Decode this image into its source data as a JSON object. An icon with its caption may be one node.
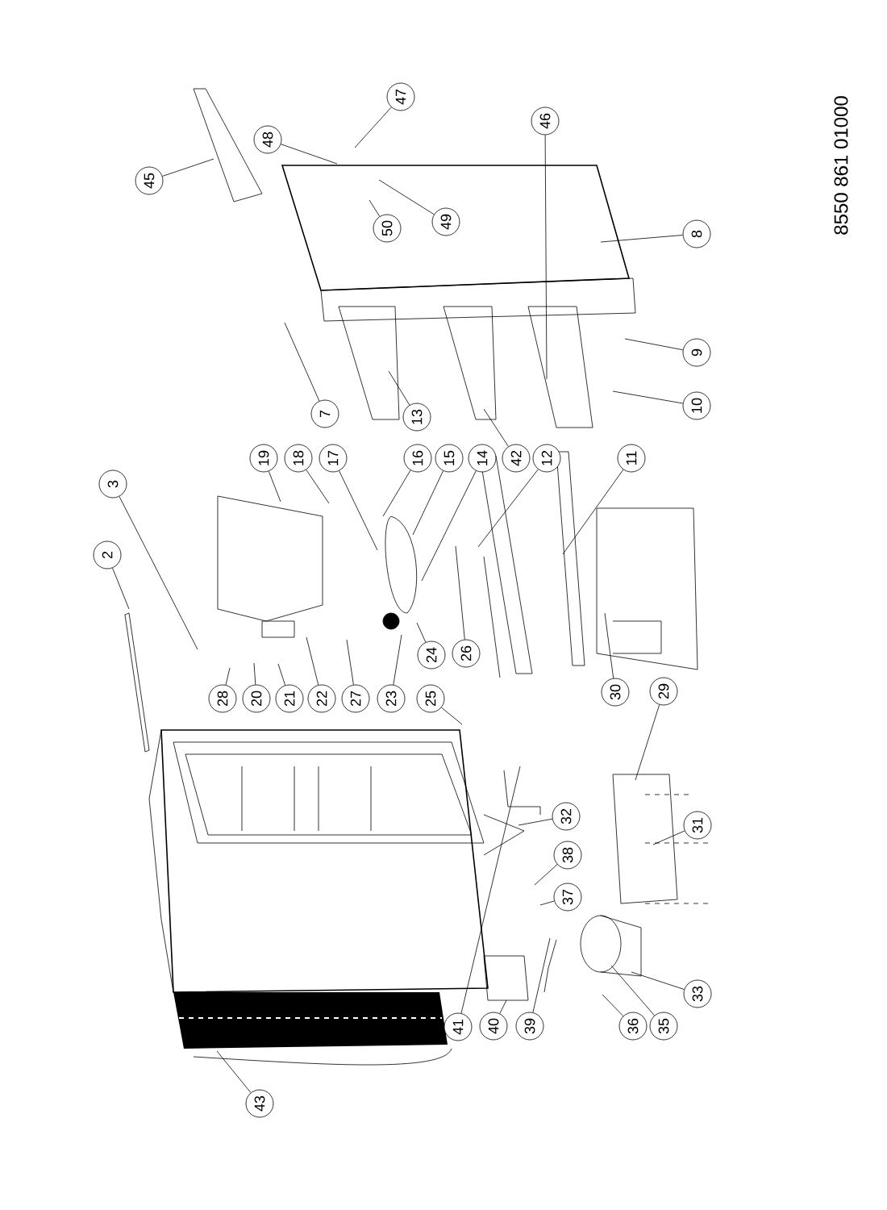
{
  "diagram": {
    "nodes": [
      {
        "text": [
          "45"
        ]
      },
      {
        "text": [
          "48"
        ]
      },
      {
        "text": [
          "47"
        ]
      },
      {
        "text": [
          "50"
        ]
      },
      {
        "text": [
          "49"
        ]
      },
      {
        "text": [
          "46"
        ]
      },
      {
        "text": [
          "8"
        ]
      },
      {
        "text": [
          "9"
        ]
      },
      {
        "text": [
          "10"
        ]
      },
      {
        "text": [
          "7"
        ]
      },
      {
        "text": [
          "13"
        ]
      },
      {
        "text": [
          "3"
        ]
      },
      {
        "text": [
          "2"
        ]
      },
      {
        "text": [
          "19"
        ]
      },
      {
        "text": [
          "18"
        ]
      },
      {
        "text": [
          "17"
        ]
      },
      {
        "text": [
          "16"
        ]
      },
      {
        "text": [
          "15"
        ]
      },
      {
        "text": [
          "14"
        ]
      },
      {
        "text": [
          "42"
        ]
      },
      {
        "text": [
          "12"
        ]
      },
      {
        "text": [
          "11"
        ]
      },
      {
        "text": [
          "24"
        ]
      },
      {
        "text": [
          "26"
        ]
      },
      {
        "text": [
          "28"
        ]
      },
      {
        "text": [
          "20"
        ]
      },
      {
        "text": [
          "21"
        ]
      },
      {
        "text": [
          "22"
        ]
      },
      {
        "text": [
          "27"
        ]
      },
      {
        "text": [
          "23"
        ]
      },
      {
        "text": [
          "25"
        ]
      },
      {
        "text": [
          "30"
        ]
      },
      {
        "text": [
          "29"
        ]
      },
      {
        "text": [
          "32"
        ]
      },
      {
        "text": [
          "31"
        ]
      },
      {
        "text": [
          "38"
        ]
      },
      {
        "text": [
          "37"
        ]
      },
      {
        "text": [
          "33"
        ]
      },
      {
        "text": [
          "41"
        ]
      },
      {
        "text": [
          "40"
        ]
      },
      {
        "text": [
          "39"
        ]
      },
      {
        "text": [
          "36"
        ]
      },
      {
        "text": [
          "35"
        ]
      },
      {
        "text": [
          "43"
        ]
      }
    ],
    "edges": [
      {
        "from": 0,
        "to": null,
        "arrow": "none"
      },
      {
        "from": 1,
        "to": null,
        "arrow": "none"
      },
      {
        "from": 2,
        "to": null,
        "arrow": "none"
      },
      {
        "from": 3,
        "to": null,
        "arrow": "none"
      },
      {
        "from": 4,
        "to": null,
        "arrow": "none"
      },
      {
        "from": 5,
        "to": null,
        "arrow": "none"
      },
      {
        "from": 6,
        "to": null,
        "arrow": "none"
      },
      {
        "from": 7,
        "to": null,
        "arrow": "none"
      },
      {
        "from": 8,
        "to": null,
        "arrow": "none"
      },
      {
        "from": 9,
        "to": null,
        "arrow": "none"
      },
      {
        "from": 10,
        "to": null,
        "arrow": "none"
      },
      {
        "from": 11,
        "to": null,
        "arrow": "none"
      },
      {
        "from": 12,
        "to": null,
        "arrow": "none"
      },
      {
        "from": 13,
        "to": null,
        "arrow": "none"
      },
      {
        "from": 14,
        "to": null,
        "arrow": "none"
      },
      {
        "from": 15,
        "to": null,
        "arrow": "none"
      },
      {
        "from": 16,
        "to": null,
        "arrow": "none"
      },
      {
        "from": 17,
        "to": null,
        "arrow": "none"
      },
      {
        "from": 18,
        "to": null,
        "arrow": "none"
      },
      {
        "from": 19,
        "to": null,
        "arrow": "none"
      },
      {
        "from": 20,
        "to": null,
        "arrow": "none"
      },
      {
        "from": 21,
        "to": null,
        "arrow": "none"
      },
      {
        "from": 22,
        "to": null,
        "arrow": "none"
      },
      {
        "from": 23,
        "to": null,
        "arrow": "none"
      },
      {
        "from": 24,
        "to": null,
        "arrow": "none"
      },
      {
        "from": 25,
        "to": null,
        "arrow": "none"
      },
      {
        "from": 26,
        "to": null,
        "arrow": "none"
      },
      {
        "from": 27,
        "to": null,
        "arrow": "none"
      },
      {
        "from": 28,
        "to": null,
        "arrow": "none"
      },
      {
        "from": 29,
        "to": null,
        "arrow": "none"
      },
      {
        "from": 30,
        "to": null,
        "arrow": "none"
      },
      {
        "from": 31,
        "to": null,
        "arrow": "none"
      },
      {
        "from": 32,
        "to": null,
        "arrow": "none"
      },
      {
        "from": 33,
        "to": null,
        "arrow": "none"
      },
      {
        "from": 34,
        "to": null,
        "arrow": "none"
      },
      {
        "from": 35,
        "to": null,
        "arrow": "none"
      },
      {
        "from": 36,
        "to": null,
        "arrow": "none"
      },
      {
        "from": 37,
        "to": null,
        "arrow": "none"
      },
      {
        "from": 38,
        "to": null,
        "arrow": "none"
      },
      {
        "from": 39,
        "to": null,
        "arrow": "none"
      },
      {
        "from": 40,
        "to": null,
        "arrow": "none"
      },
      {
        "from": 41,
        "to": null,
        "arrow": "none"
      },
      {
        "from": 42,
        "to": null,
        "arrow": "none"
      },
      {
        "from": 43,
        "to": null,
        "arrow": "none"
      }
    ],
    "labels": [
      "8550 861 01000"
    ]
  }
}
